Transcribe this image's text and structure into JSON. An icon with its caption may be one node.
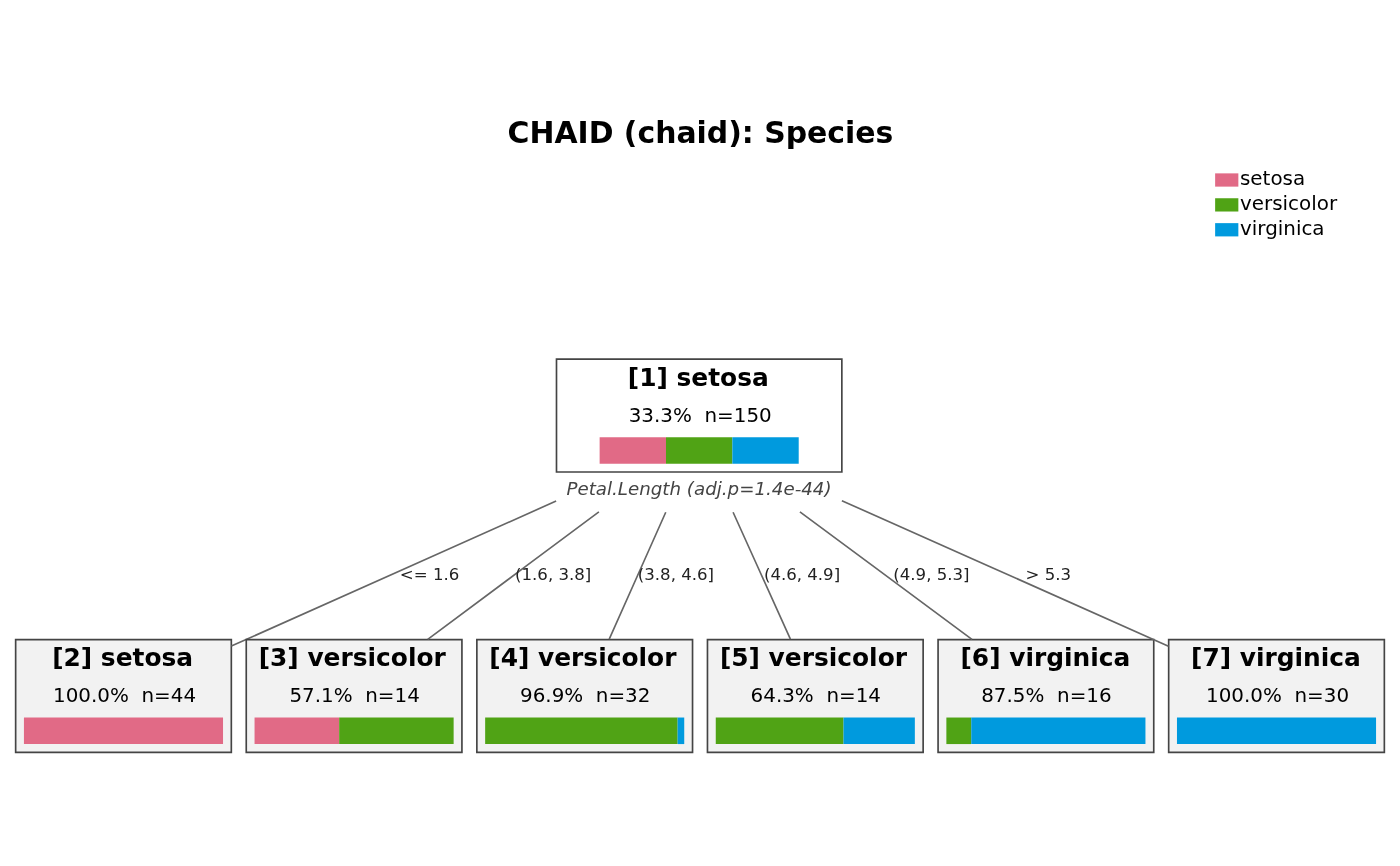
{
  "diagram": {
    "title": "CHAID (chaid): Species",
    "nodes": [
      {
        "text": [
          "[1] setosa",
          "33.3%  n=150"
        ],
        "beside": [
          "Petal.Length (adj.p=1.4e-44)"
        ]
      },
      {
        "text": [
          "[2] setosa",
          "100.0%  n=44"
        ]
      },
      {
        "text": [
          "[3] versicolor",
          "57.1%  n=14"
        ]
      },
      {
        "text": [
          "[4] versicolor",
          "96.9%  n=32"
        ]
      },
      {
        "text": [
          "[5] versicolor",
          "64.3%  n=14"
        ]
      },
      {
        "text": [
          "[6] virginica",
          "87.5%  n=16"
        ]
      },
      {
        "text": [
          "[7] virginica",
          "100.0%  n=30"
        ]
      }
    ],
    "edges": [
      {
        "from": 0,
        "to": 1,
        "arrow": "none",
        "label": "<= 1.6"
      },
      {
        "from": 0,
        "to": 2,
        "arrow": "none",
        "label": "(1.6, 3.8]"
      },
      {
        "from": 0,
        "to": 3,
        "arrow": "none",
        "label": "(3.8, 4.6]"
      },
      {
        "from": 0,
        "to": 4,
        "arrow": "none",
        "label": "(4.6, 4.9]"
      },
      {
        "from": 0,
        "to": 5,
        "arrow": "none",
        "label": "(4.9, 5.3]"
      },
      {
        "from": 0,
        "to": 6,
        "arrow": "none",
        "label": "> 5.3"
      }
    ],
    "legend": [
      {
        "text": "setosa",
        "color": "#e16a86"
      },
      {
        "text": "versicolor",
        "color": "#50a315"
      },
      {
        "text": "virginica",
        "color": "#009ade"
      }
    ]
  }
}
